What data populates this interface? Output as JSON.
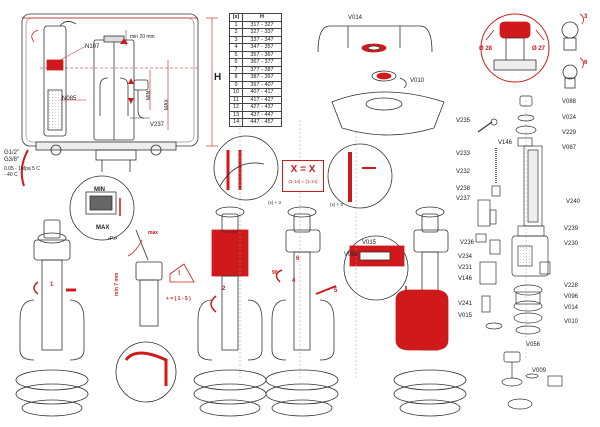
{
  "tank_labels": {
    "n107": "N107",
    "n085": "N085",
    "v237": "V237",
    "h": "H",
    "min_20": "min 20 mm",
    "min": "MIN",
    "max": "MAX",
    "thread": "G1/2\" G3/8\"",
    "spec": "0.05 - 1Mpa 5 C - 40 C"
  },
  "h_table": {
    "header_index": "(x)",
    "header_h": "H",
    "rows": [
      {
        "i": "1",
        "r": "317 - 327"
      },
      {
        "i": "2",
        "r": "327 - 337"
      },
      {
        "i": "3",
        "r": "337 - 347"
      },
      {
        "i": "4",
        "r": "347 - 357"
      },
      {
        "i": "5",
        "r": "357 - 367"
      },
      {
        "i": "6",
        "r": "367 - 377"
      },
      {
        "i": "7",
        "r": "377 - 387"
      },
      {
        "i": "8",
        "r": "387 - 397"
      },
      {
        "i": "9",
        "r": "397 - 407"
      },
      {
        "i": "10",
        "r": "407 - 417"
      },
      {
        "i": "11",
        "r": "417 - 427"
      },
      {
        "i": "12",
        "r": "427 - 437"
      },
      {
        "i": "13",
        "r": "437 - 447"
      },
      {
        "i": "14",
        "r": "447 - 457"
      }
    ]
  },
  "center_labels": {
    "v014": "V014",
    "v010": "V010",
    "x3_a": "(x) + 3",
    "x3_b": "(x) + 3",
    "x_eq": "X = X",
    "x_range": "(1-14) = (1-14)",
    "v015": "V015",
    "v096": "V096"
  },
  "step_labels": {
    "min": "MIN",
    "max": "MAX",
    "ps": "•Ps•",
    "max_small": "max",
    "min_7mm": "min 7 mm",
    "range": "+ = ( 1 - 5 )",
    "s1": "1",
    "s2": "2",
    "s3": "3",
    "s4": "4",
    "s5": "5",
    "s6": "6",
    "deg90": "90",
    "warn": "!"
  },
  "top_right": {
    "d28": "Ø 28",
    "d27": "Ø 27",
    "s3": "3",
    "s6": "6"
  },
  "parts": {
    "v088": "V088",
    "v235": "V235",
    "v024": "V024",
    "v229": "V229",
    "v146a": "V146",
    "v087": "V087",
    "v233": "V233",
    "v232": "V232",
    "v238": "V238",
    "v237": "V237",
    "v240": "V240",
    "v239": "V239",
    "v236": "V236",
    "v230": "V230",
    "v234": "V234",
    "v231": "V231",
    "v146b": "V146",
    "v228": "V228",
    "v096": "V096",
    "v241": "V241",
    "v014": "V014",
    "v015": "V015",
    "v010": "V010",
    "v056": "V056",
    "v009": "V009"
  },
  "colors": {
    "accent": "#d0191a",
    "line": "#333333",
    "gray": "#9a9a9a"
  }
}
